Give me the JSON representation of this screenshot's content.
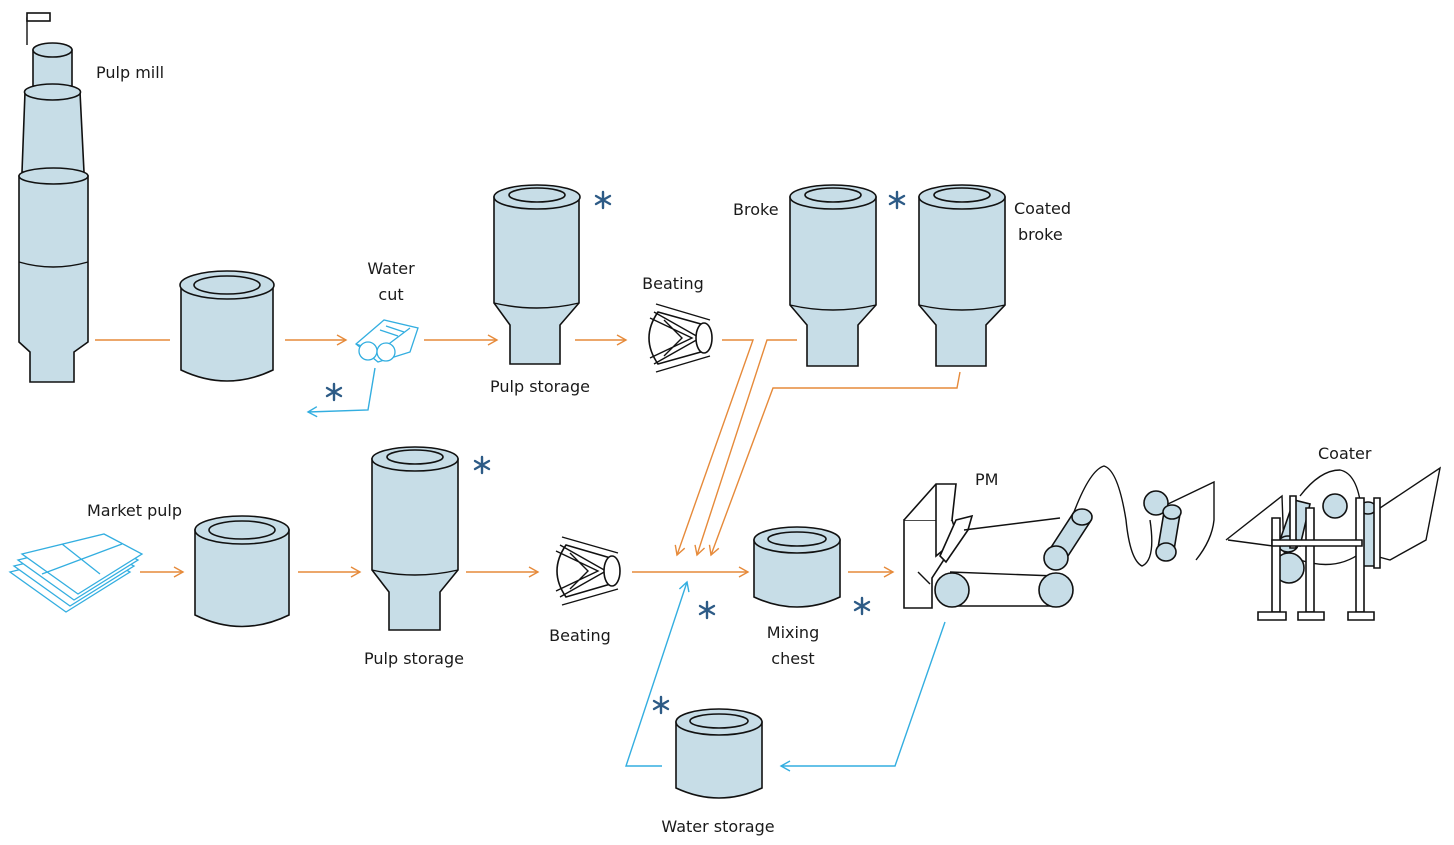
{
  "labels": {
    "pulp_mill": "Pulp mill",
    "water_cut_line1": "Water",
    "water_cut_line2": "cut",
    "pulp_storage_top": "Pulp storage",
    "beating_top": "Beating",
    "broke": "Broke",
    "coated_broke_line1": "Coated",
    "coated_broke_line2": "broke",
    "market_pulp": "Market pulp",
    "pulp_storage_bottom": "Pulp storage",
    "beating_bottom": "Beating",
    "mixing_chest_line1": "Mixing",
    "mixing_chest_line2": "chest",
    "pm": "PM",
    "coater": "Coater",
    "water_storage": "Water storage"
  },
  "colors": {
    "equipment_fill": "#c7dde7",
    "outline": "#111111",
    "pulp_flow": "#e68a3a",
    "water_flow": "#33aee0",
    "asterisk": "#2d5b86"
  },
  "markers": {
    "asterisk_icon": "asterisk-icon"
  }
}
